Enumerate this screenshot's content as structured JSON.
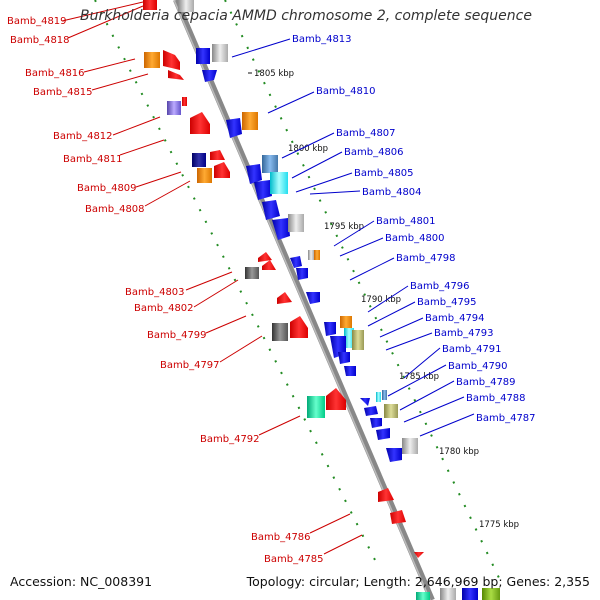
{
  "header": {
    "title": "Burkholderia cepacia AMMD chromosome 2, complete sequence"
  },
  "footer": {
    "accession": "Accession: NC_008391",
    "topology": "Topology: circular; Length: 2,646,969 bp; Genes: 2,355"
  },
  "colors": {
    "forward_label": "#cc0000",
    "reverse_label": "#0000cc",
    "backbone": "#888888",
    "tick": "#228b22"
  },
  "scale_marks": [
    {
      "label": "1805 kbp"
    },
    {
      "label": "1800 kbp"
    },
    {
      "label": "1795 kbp"
    },
    {
      "label": "1790 kbp"
    },
    {
      "label": "1785 kbp"
    },
    {
      "label": "1780 kbp"
    },
    {
      "label": "1775 kbp"
    }
  ],
  "left_genes": [
    {
      "name": "Bamb_4819"
    },
    {
      "name": "Bamb_4818"
    },
    {
      "name": "Bamb_4816"
    },
    {
      "name": "Bamb_4815"
    },
    {
      "name": "Bamb_4812"
    },
    {
      "name": "Bamb_4811"
    },
    {
      "name": "Bamb_4809"
    },
    {
      "name": "Bamb_4808"
    },
    {
      "name": "Bamb_4803"
    },
    {
      "name": "Bamb_4802"
    },
    {
      "name": "Bamb_4799"
    },
    {
      "name": "Bamb_4797"
    },
    {
      "name": "Bamb_4792"
    },
    {
      "name": "Bamb_4786"
    },
    {
      "name": "Bamb_4785"
    }
  ],
  "right_genes": [
    {
      "name": "Bamb_4813"
    },
    {
      "name": "Bamb_4810"
    },
    {
      "name": "Bamb_4807"
    },
    {
      "name": "Bamb_4806"
    },
    {
      "name": "Bamb_4805"
    },
    {
      "name": "Bamb_4804"
    },
    {
      "name": "Bamb_4801"
    },
    {
      "name": "Bamb_4800"
    },
    {
      "name": "Bamb_4798"
    },
    {
      "name": "Bamb_4796"
    },
    {
      "name": "Bamb_4795"
    },
    {
      "name": "Bamb_4794"
    },
    {
      "name": "Bamb_4793"
    },
    {
      "name": "Bamb_4791"
    },
    {
      "name": "Bamb_4790"
    },
    {
      "name": "Bamb_4789"
    },
    {
      "name": "Bamb_4788"
    },
    {
      "name": "Bamb_4787"
    }
  ]
}
